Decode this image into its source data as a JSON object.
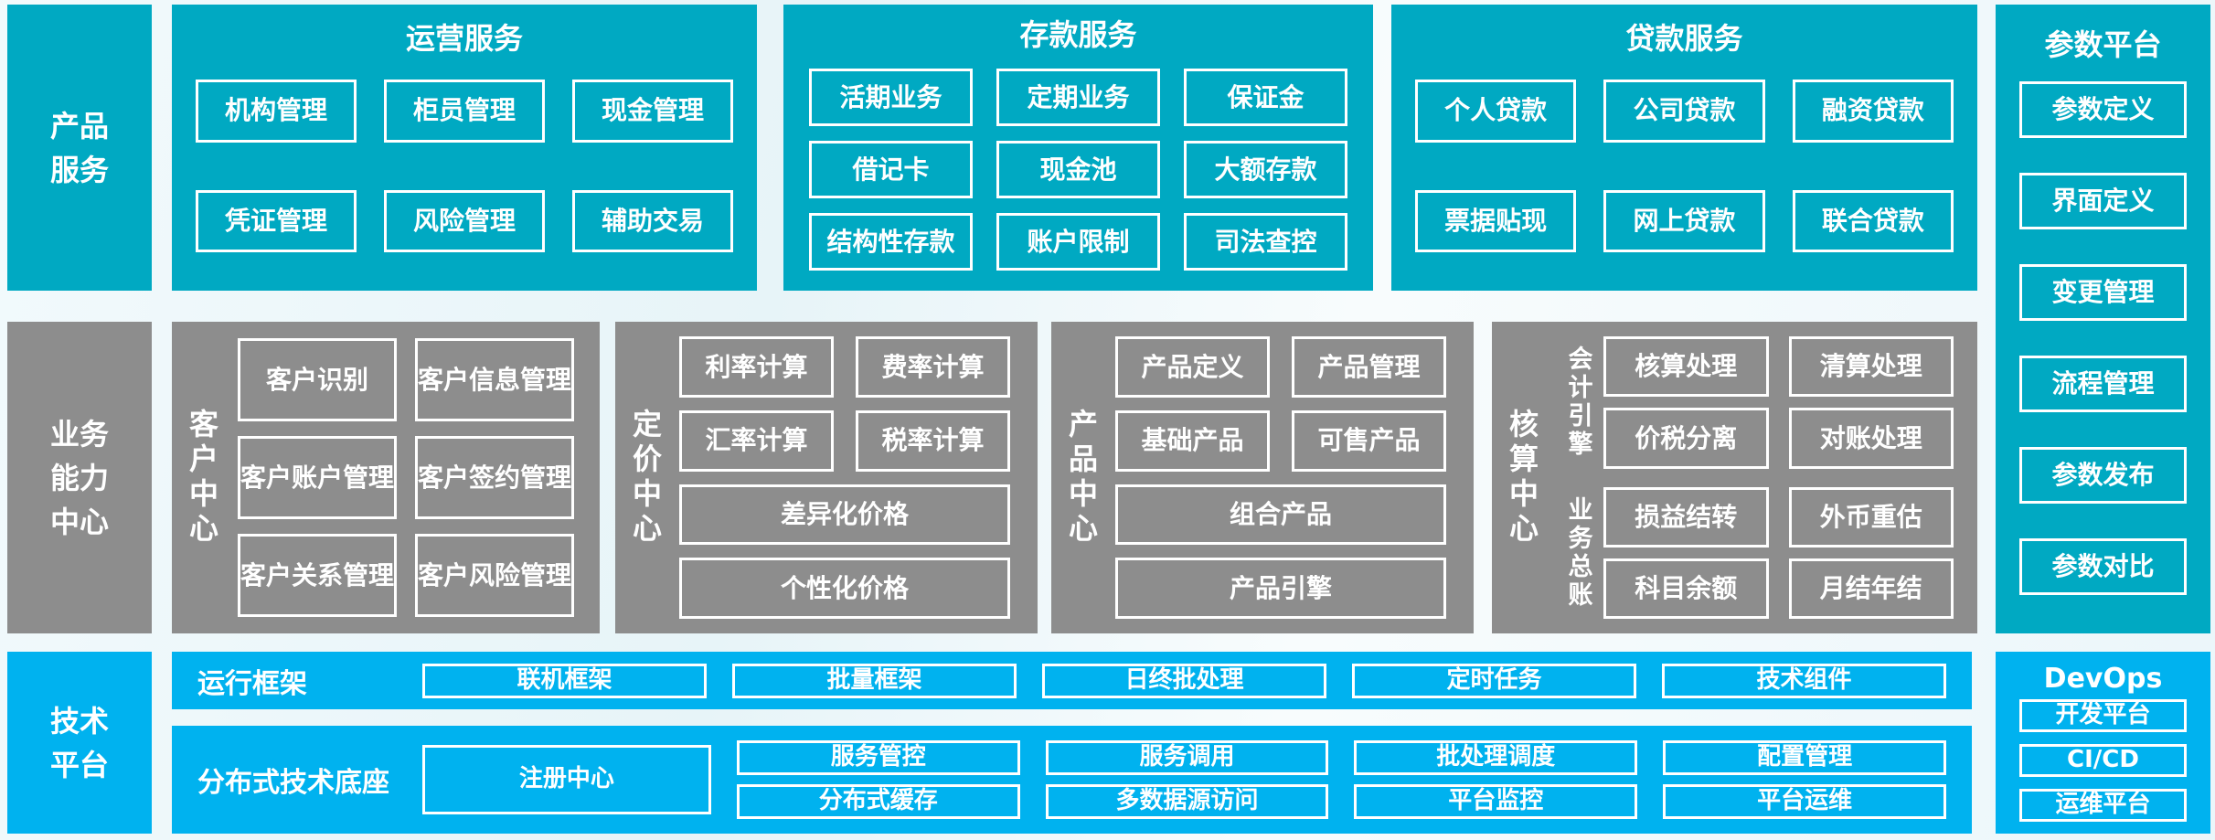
{
  "colors": {
    "teal": "#00a9c2",
    "gray": "#8d8d8d",
    "blue": "#00b2ef",
    "box_border": "#ffffff",
    "text": "#ffffff",
    "background": "#eef7fa"
  },
  "rails": {
    "product_services": "产品服务",
    "business_capability_center": "业务能力中心",
    "technology_platform": "技术平台"
  },
  "product_sections": [
    {
      "title": "运营服务",
      "items": [
        "机构管理",
        "柜员管理",
        "现金管理",
        "凭证管理",
        "风险管理",
        "辅助交易"
      ]
    },
    {
      "title": "存款服务",
      "items": [
        "活期业务",
        "定期业务",
        "保证金",
        "借记卡",
        "现金池",
        "大额存款",
        "结构性存款",
        "账户限制",
        "司法查控"
      ]
    },
    {
      "title": "贷款服务",
      "items": [
        "个人贷款",
        "公司贷款",
        "融资贷款",
        "票据贴现",
        "网上贷款",
        "联合贷款"
      ]
    }
  ],
  "parameter_platform": {
    "title": "参数平台",
    "items": [
      "参数定义",
      "界面定义",
      "变更管理",
      "流程管理",
      "参数发布",
      "参数对比"
    ]
  },
  "capability_centers": [
    {
      "label": "客户中心",
      "items": [
        "客户识别",
        "客户信息管理",
        "客户账户管理",
        "客户签约管理",
        "客户关系管理",
        "客户风险管理"
      ],
      "wide_items": []
    },
    {
      "label": "定价中心",
      "items": [
        "利率计算",
        "费率计算",
        "汇率计算",
        "税率计算"
      ],
      "wide_items": [
        "差异化价格",
        "个性化价格"
      ]
    },
    {
      "label": "产品中心",
      "items": [
        "产品定义",
        "产品管理",
        "基础产品",
        "可售产品"
      ],
      "wide_items": [
        "组合产品",
        "产品引擎"
      ]
    }
  ],
  "accounting_center": {
    "label": "核算中心",
    "groups": [
      {
        "label": "会计引擎",
        "items": [
          "核算处理",
          "清算处理",
          "价税分离",
          "对账处理"
        ]
      },
      {
        "label": "业务总账",
        "items": [
          "损益结转",
          "外币重估",
          "科目余额",
          "月结年结"
        ]
      }
    ]
  },
  "technology": {
    "runtime_framework": {
      "label": "运行框架",
      "items": [
        "联机框架",
        "批量框架",
        "日终批处理",
        "定时任务",
        "技术组件"
      ]
    },
    "distributed_base": {
      "label": "分布式技术底座",
      "registry": "注册中心",
      "row_top": [
        "服务管控",
        "服务调用",
        "批处理调度",
        "配置管理"
      ],
      "row_bottom": [
        "分布式缓存",
        "多数据源访问",
        "平台监控",
        "平台运维"
      ]
    },
    "devops": {
      "title": "DevOps",
      "items": [
        "开发平台",
        "CI/CD",
        "运维平台"
      ]
    }
  }
}
